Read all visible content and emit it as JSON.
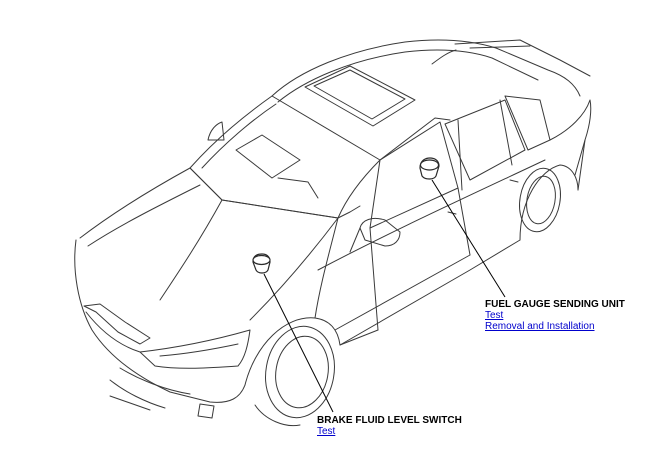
{
  "components": {
    "fuel_gauge": {
      "title": "FUEL GAUGE SENDING UNIT",
      "links": [
        "Test",
        "Removal and Installation"
      ]
    },
    "brake_fluid": {
      "title": "BRAKE FLUID LEVEL SWITCH",
      "links": [
        "Test"
      ]
    }
  },
  "colors": {
    "line": "#2a2a2a",
    "link": "#0000cc",
    "label": "#000000"
  }
}
